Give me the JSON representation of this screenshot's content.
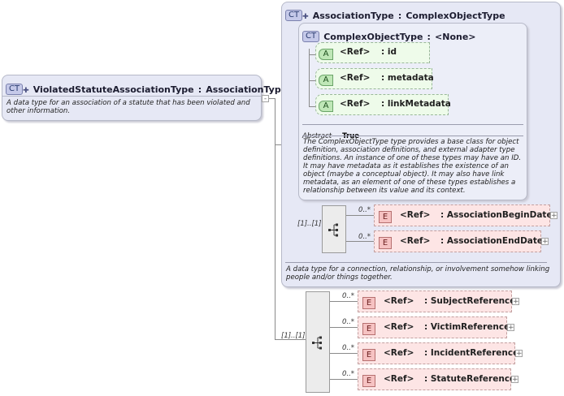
{
  "root": {
    "tag": "CT",
    "name": "ViolatedStatuteAssociationType",
    "separator": ":",
    "base": "AssociationType",
    "description": "A data type for an association of a statute that has been violated and other information.",
    "collapse": "-"
  },
  "association": {
    "tag": "CT",
    "name": "AssociationType",
    "separator": ":",
    "base": "ComplexObjectType",
    "description": "A data type for a connection, relationship, or involvement somehow linking people and/or things together."
  },
  "complex_object": {
    "tag": "CT",
    "name": "ComplexObjectType",
    "separator": ":",
    "base": "<None>",
    "attributes": [
      {
        "tag": "A",
        "ref": "<Ref>",
        "name": ": id"
      },
      {
        "tag": "A",
        "ref": "<Ref>",
        "name": ": metadata"
      },
      {
        "tag": "A",
        "ref": "<Ref>",
        "name": ": linkMetadata"
      }
    ],
    "abstract_label": "Abstract",
    "abstract_value": "True",
    "description": "The ComplexObjectType type provides a base class for object definition, association definitions, and external adapter type definitions. An instance of one of these types may have an ID. It may have metadata as it establishes the existence of an object (maybe a conceptual object). It may also have link metadata, as an element of one of these types establishes a relationship between its value and its context."
  },
  "association_sequence": {
    "multiplicity": "[1]..[1]",
    "elements": [
      {
        "tag": "E",
        "ref": "<Ref>",
        "name": ": AssociationBeginDate",
        "multiplicity": "0..*"
      },
      {
        "tag": "E",
        "ref": "<Ref>",
        "name": ": AssociationEndDate",
        "multiplicity": "0..*"
      }
    ]
  },
  "root_sequence": {
    "multiplicity": "[1]..[1]",
    "elements": [
      {
        "tag": "E",
        "ref": "<Ref>",
        "name": ": SubjectReference",
        "multiplicity": "0..*"
      },
      {
        "tag": "E",
        "ref": "<Ref>",
        "name": ": VictimReference",
        "multiplicity": "0..*"
      },
      {
        "tag": "E",
        "ref": "<Ref>",
        "name": ": IncidentReference",
        "multiplicity": "0..*"
      },
      {
        "tag": "E",
        "ref": "<Ref>",
        "name": ": StatuteReference",
        "multiplicity": "0..*"
      }
    ]
  },
  "expand_symbol": "+",
  "icons": {
    "ct": "complex-type-icon",
    "attribute": "attribute-icon",
    "element": "element-icon",
    "sequence": "sequence-icon",
    "expand": "expand-icon",
    "collapse": "collapse-icon"
  }
}
